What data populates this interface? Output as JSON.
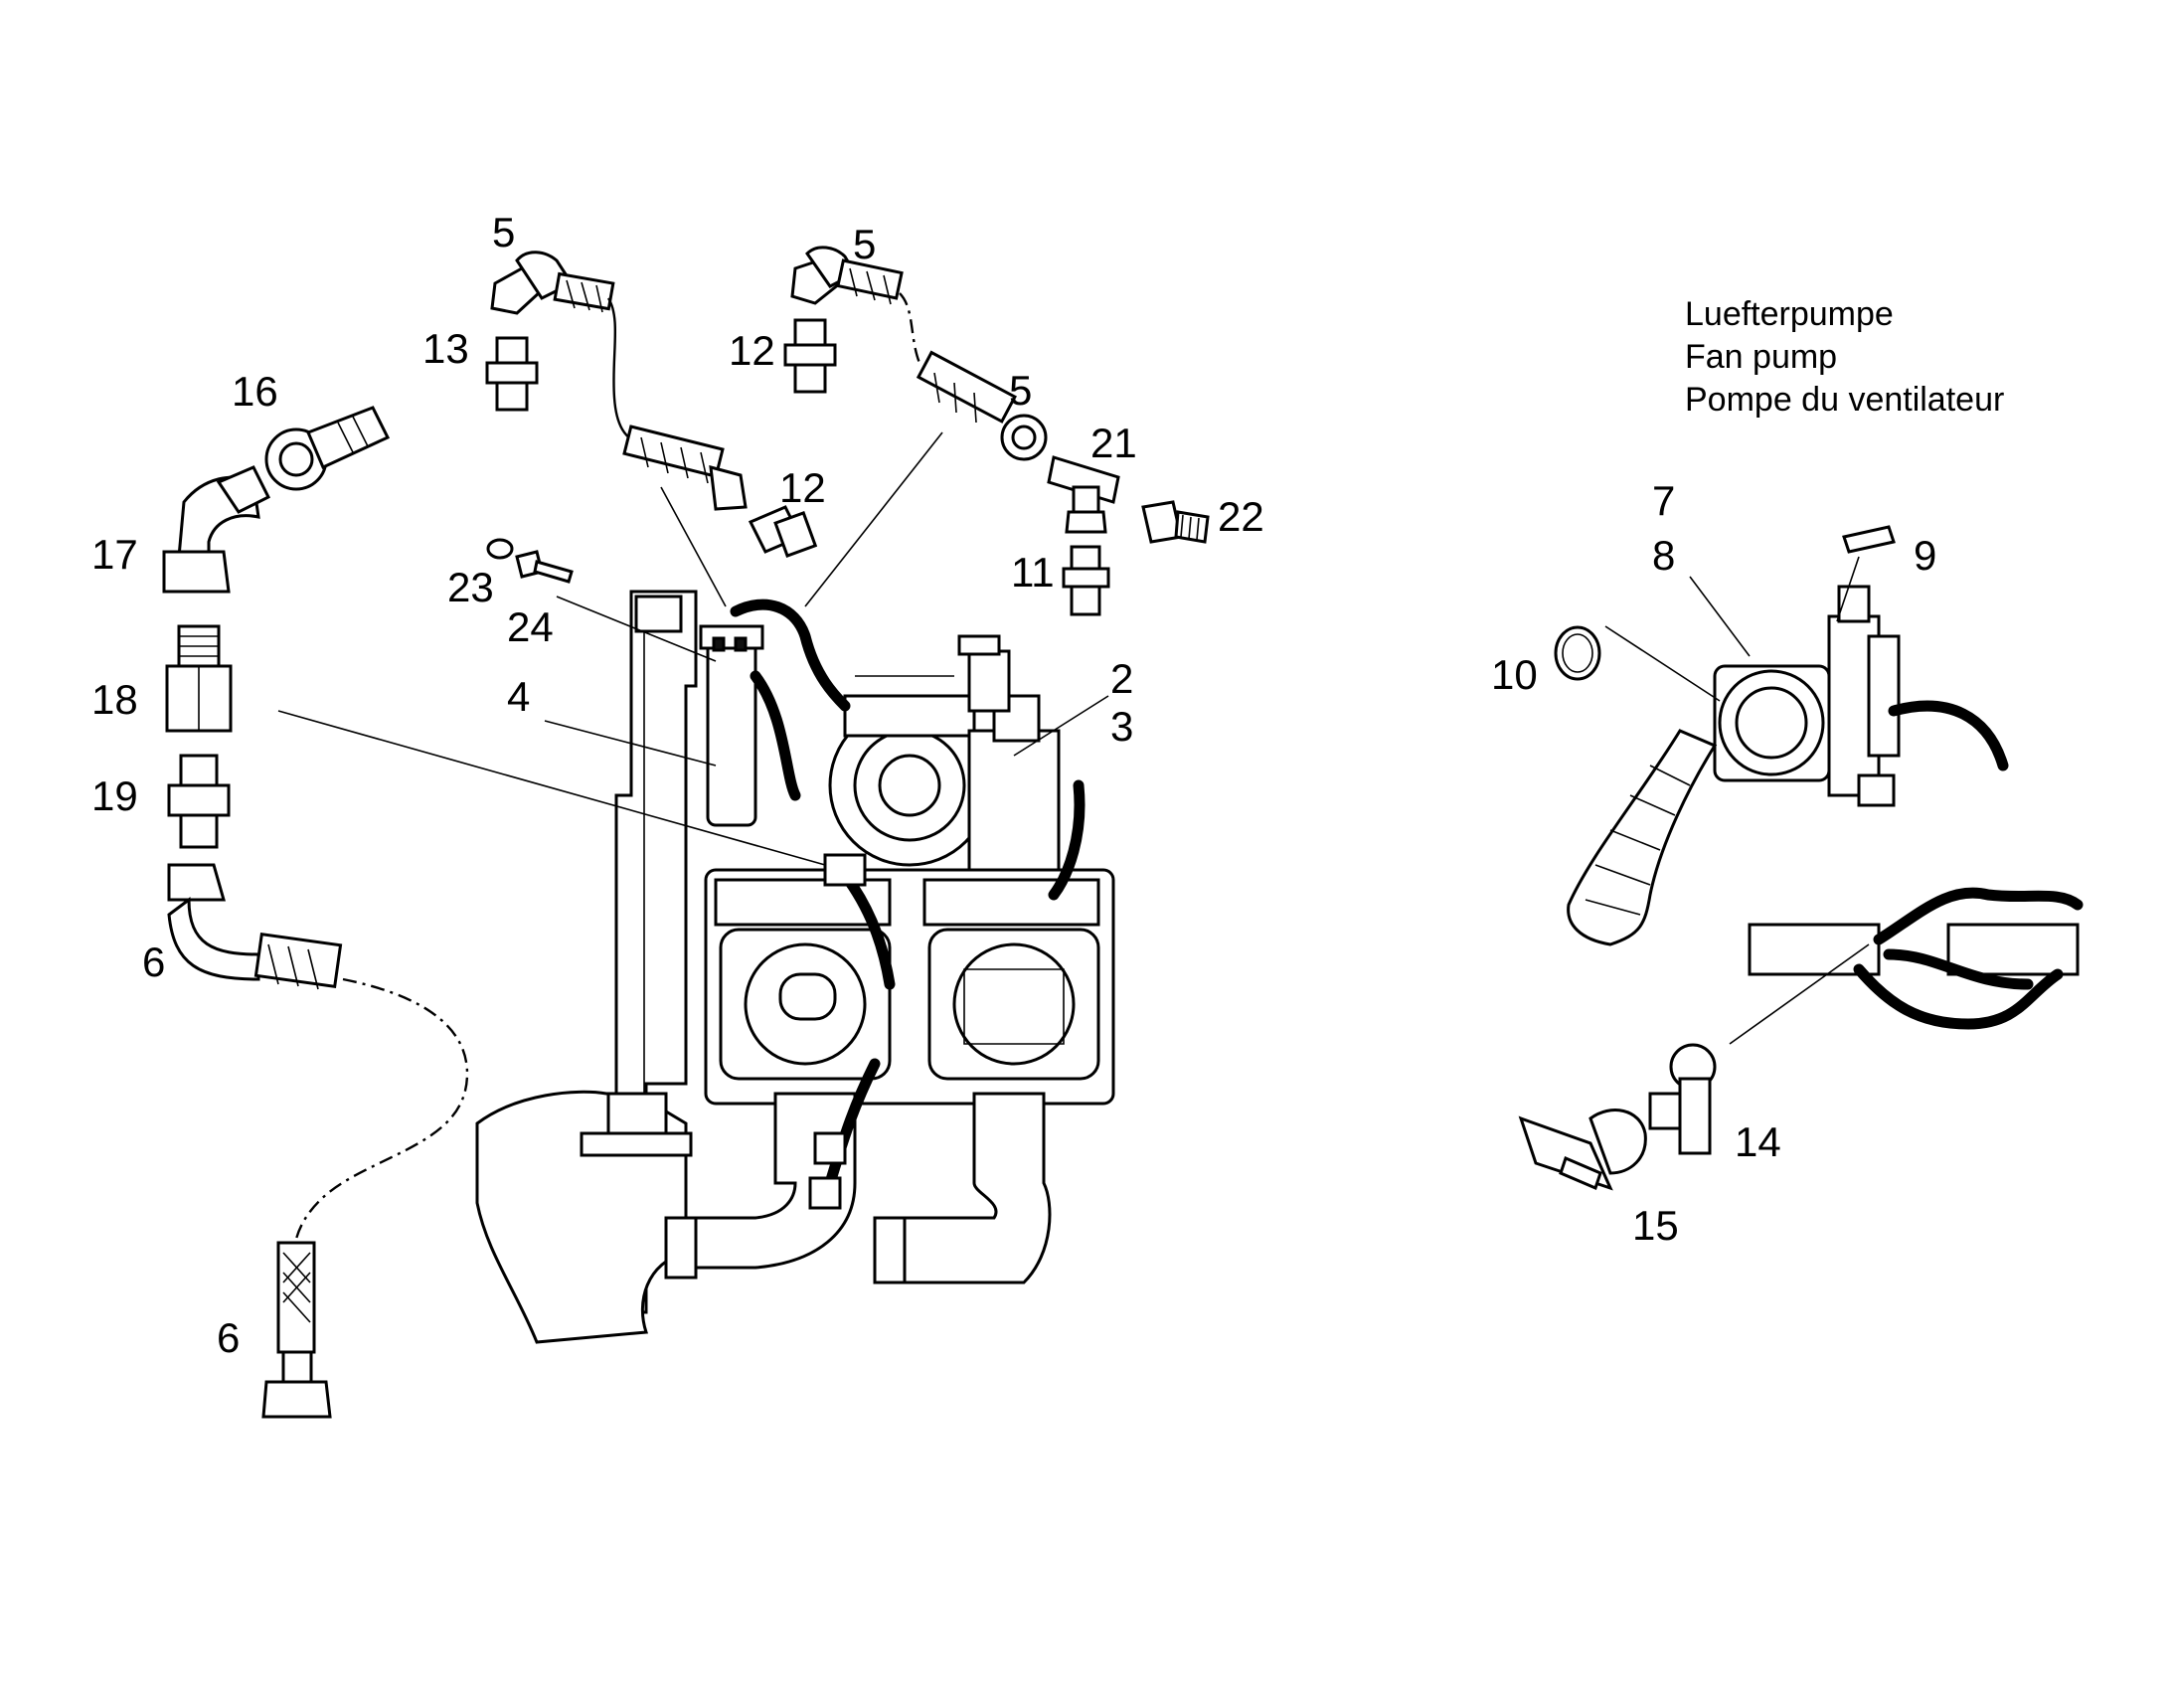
{
  "title": {
    "line1": "Luefterpumpe",
    "line2": "Fan pump",
    "line3": "Pompe du ventilateur"
  },
  "callouts": {
    "c5a": "5",
    "c5b": "5",
    "c5c": "5",
    "c13": "13",
    "c12a": "12",
    "c12b": "12",
    "c16": "16",
    "c17": "17",
    "c18": "18",
    "c19": "19",
    "c6a": "6",
    "c6b": "6",
    "c23": "23",
    "c24": "24",
    "c4": "4",
    "c21": "21",
    "c22": "22",
    "c11": "11",
    "c2": "2",
    "c3": "3",
    "c7": "7",
    "c8": "8",
    "c9": "9",
    "c10": "10",
    "c14": "14",
    "c15": "15"
  }
}
